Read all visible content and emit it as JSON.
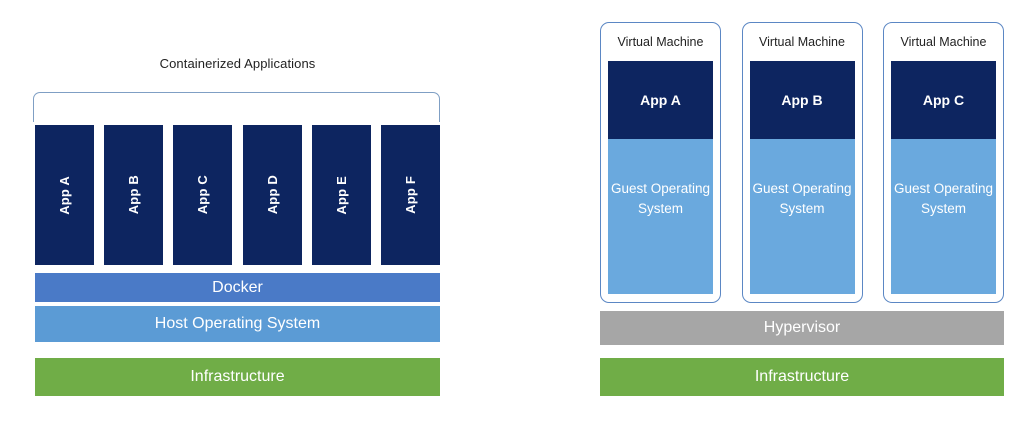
{
  "diagram": {
    "title_left": "Containerized Applications",
    "left_panel": {
      "heading": "Containerized Applications",
      "containers": [
        {
          "label": "App A"
        },
        {
          "label": "App B"
        },
        {
          "label": "App C"
        },
        {
          "label": "App D"
        },
        {
          "label": "App E"
        },
        {
          "label": "App F"
        }
      ],
      "layers": [
        {
          "label": "Docker",
          "color": "#4a7ac7"
        },
        {
          "label": "Host Operating System",
          "color": "#5b9bd5"
        },
        {
          "label": "Infrastructure",
          "color": "#70ad47"
        }
      ]
    },
    "right_panel": {
      "vms": [
        {
          "title": "Virtual Machine",
          "app": "App A",
          "guest_os": "Guest Operating System"
        },
        {
          "title": "Virtual Machine",
          "app": "App B",
          "guest_os": "Guest Operating System"
        },
        {
          "title": "Virtual Machine",
          "app": "App C",
          "guest_os": "Guest Operating System"
        }
      ],
      "layers": [
        {
          "label": "Hypervisor",
          "color": "#a6a6a6"
        },
        {
          "label": "Infrastructure",
          "color": "#70ad47"
        }
      ]
    },
    "colors": {
      "app_navy": "#0d2560",
      "docker_blue": "#4a7ac7",
      "host_os_blue": "#5b9bd5",
      "guest_os_blue": "#6aa9de",
      "hypervisor_gray": "#a6a6a6",
      "infrastructure_green": "#70ad47",
      "bracket_blue": "#7f9fc4",
      "vm_border_blue": "#5b87c4",
      "background": "#ffffff"
    }
  }
}
